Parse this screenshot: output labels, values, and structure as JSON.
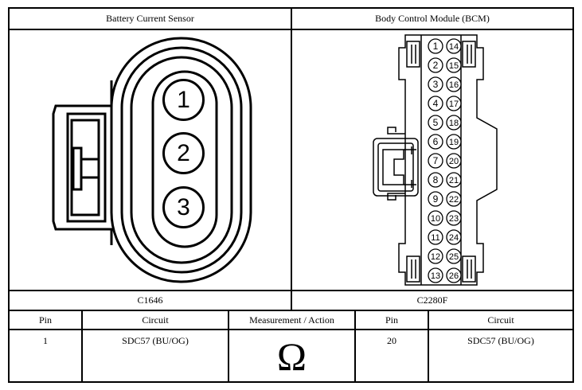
{
  "connectors": [
    {
      "title": "Battery Current Sensor",
      "id": "C1646",
      "pins": [
        "1",
        "2",
        "3"
      ]
    },
    {
      "title": "Body Control Module (BCM)",
      "id": "C2280F",
      "pins_left": [
        "1",
        "2",
        "3",
        "4",
        "5",
        "6",
        "7",
        "8",
        "9",
        "10",
        "11",
        "12",
        "13"
      ],
      "pins_right": [
        "14",
        "15",
        "16",
        "17",
        "18",
        "19",
        "20",
        "21",
        "22",
        "23",
        "24",
        "25",
        "26"
      ]
    }
  ],
  "table": {
    "headers": [
      "Pin",
      "Circuit",
      "Measurement / Action",
      "Pin",
      "Circuit"
    ],
    "row": {
      "pin_a": "1",
      "circuit_a": "SDC57 (BU/OG)",
      "action_symbol": "Ω",
      "pin_b": "20",
      "circuit_b": "SDC57 (BU/OG)"
    }
  }
}
